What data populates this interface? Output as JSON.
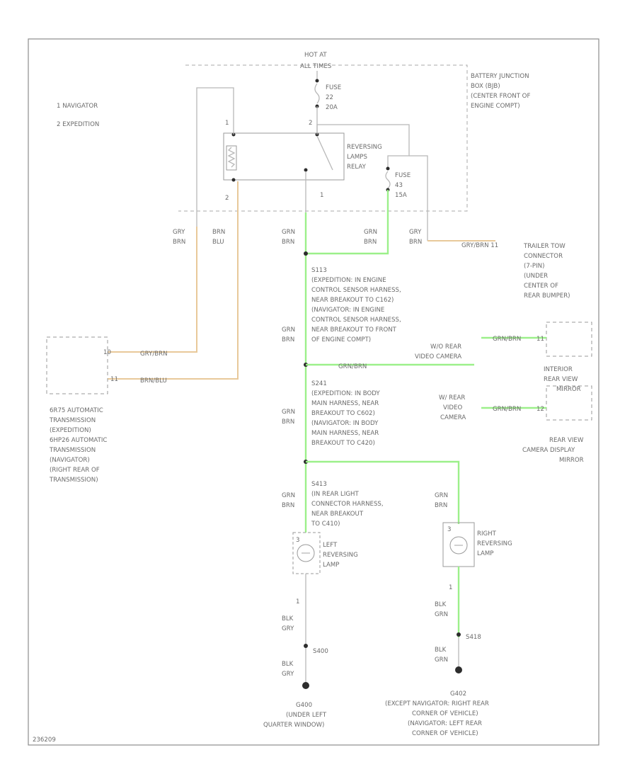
{
  "diagram": {
    "legend": [
      "1  NAVIGATOR",
      "2  EXPEDITION"
    ],
    "hot_at": [
      "HOT AT",
      "ALL TIMES"
    ],
    "fuse1": [
      "FUSE",
      "22",
      "20A"
    ],
    "junction_box": [
      "BATTERY JUNCTION",
      "BOX (BJB)",
      "(CENTER FRONT OF",
      "ENGINE COMPT)"
    ],
    "relay": [
      "REVERSING",
      "LAMPS",
      "RELAY"
    ],
    "fuse2": [
      "FUSE",
      "43",
      "15A"
    ],
    "pin_1a": "1",
    "pin_2a": "2",
    "pin_2b": "2",
    "pin_1b": "1",
    "wire_gry_brn_1": [
      "GRY",
      "BRN"
    ],
    "wire_brn_blu": [
      "BRN",
      "BLU"
    ],
    "wire_grn_brn_1": [
      "GRN",
      "BRN"
    ],
    "wire_grn_brn_2": [
      "GRN",
      "BRN"
    ],
    "wire_gry_brn_2": [
      "GRY",
      "BRN"
    ],
    "trailer_label": "GRY/BRN  11",
    "trailer_connector": [
      "TRAILER TOW",
      "CONNECTOR",
      "(7-PIN)",
      "(UNDER",
      "CENTER OF",
      "REAR BUMPER)"
    ],
    "splice1": [
      "S113",
      "(EXPEDITION: IN ENGINE",
      "CONTROL SENSOR HARNESS,",
      "NEAR BREAKOUT TO C162)",
      "(NAVIGATOR: IN ENGINE",
      "CONTROL SENSOR HARNESS,",
      "NEAR BREAKOUT TO FRONT",
      "OF ENGINE COMPT)"
    ],
    "wire_grn_brn_3": [
      "GRN",
      "BRN"
    ],
    "trans_wire1": "GRY/BRN",
    "trans_wire2": "BRN/BLU",
    "trans_pin1": "10",
    "trans_pin2": "11",
    "transmission": [
      "6R75 AUTOMATIC",
      "TRANSMISSION",
      "(EXPEDITION)",
      "6HP26 AUTOMATIC",
      "TRANSMISSION",
      "(NAVIGATOR)",
      "(RIGHT REAR OF",
      "TRANSMISSION)"
    ],
    "camera_wire_a": "GRN/BRN",
    "camera_pin_a": "11",
    "camera_wire_b": "GRN/BRN",
    "camera_a_label": [
      "W/O REAR",
      "VIDEO CAMERA"
    ],
    "mirror_a": [
      "INTERIOR",
      "REAR VIEW",
      "MIRROR"
    ],
    "splice2": [
      "S241",
      "(EXPEDITION: IN BODY",
      "MAIN HARNESS, NEAR",
      "BREAKOUT TO C602)",
      "(NAVIGATOR: IN BODY",
      "MAIN HARNESS, NEAR",
      "BREAKOUT TO C420)"
    ],
    "wire_grn_brn_4": [
      "GRN",
      "BRN"
    ],
    "camera_b_label": [
      "W/ REAR",
      "VIDEO",
      "CAMERA"
    ],
    "camera_wire_c": "GRN/BRN",
    "camera_pin_b": "12",
    "mirror_b": [
      "REAR VIEW",
      "CAMERA DISPLAY",
      "MIRROR"
    ],
    "splice3": [
      "S413",
      "(IN REAR LIGHT",
      "CONNECTOR HARNESS,",
      "NEAR BREAKOUT",
      "TO C410)"
    ],
    "wire_grn_brn_5": [
      "GRN",
      "BRN"
    ],
    "wire_grn_brn_6": [
      "GRN",
      "BRN"
    ],
    "left_lamp": [
      "LEFT",
      "REVERSING",
      "LAMP"
    ],
    "right_lamp": [
      "RIGHT",
      "REVERSING",
      "LAMP"
    ],
    "pin_3a": "3",
    "pin_3b": "3",
    "pin_1c": "1",
    "pin_1d": "1",
    "wire_blk_gry_1": [
      "BLK",
      "GRY"
    ],
    "wire_blk_grn_1": [
      "BLK",
      "GRN"
    ],
    "splice_s400": "S400",
    "splice_s418": "S418",
    "wire_blk_gry_2": [
      "BLK",
      "GRY"
    ],
    "wire_blk_grn_2": [
      "BLK",
      "GRN"
    ],
    "ground_g400": [
      "G400",
      "(UNDER LEFT",
      "QUARTER WINDOW)"
    ],
    "ground_g402": [
      "G402",
      "(EXCEPT NAVIGATOR: RIGHT REAR",
      "CORNER OF VEHICLE)",
      "(NAVIGATOR: LEFT REAR",
      "CORNER OF VEHICLE)"
    ],
    "figure_id": "236209"
  }
}
